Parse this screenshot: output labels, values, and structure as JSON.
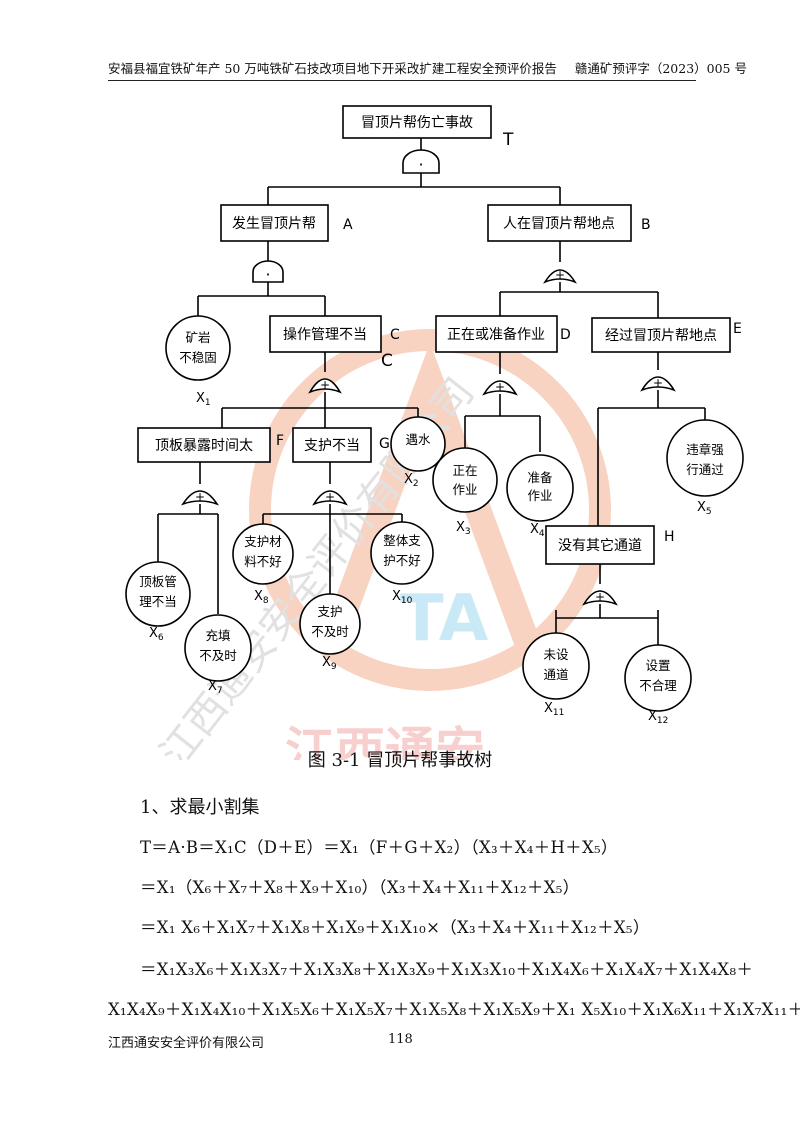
{
  "header": {
    "title": "安福县福宜铁矿年产 50 万吨铁矿石技改项目地下开采改扩建工程安全预评价报告",
    "doc_no": "赣通矿预评字（2023）005 号"
  },
  "watermark": {
    "logo_text": "TA",
    "company_text": "江西通安安全评价有限公司",
    "stamp_text": "江西通安",
    "color": "#f0a080"
  },
  "tree": {
    "top_event": {
      "label": "冒顶片帮伤亡事故",
      "code": "T"
    },
    "events": {
      "A": {
        "label": "发生冒顶片帮",
        "code": "A"
      },
      "B": {
        "label": "人在冒顶片帮地点",
        "code": "B"
      },
      "C": {
        "label": "操作管理不当",
        "code": "C",
        "code2": "C"
      },
      "D": {
        "label": "正在或准备作业",
        "code": "D"
      },
      "E": {
        "label": "经过冒顶片帮地点",
        "code": "E"
      },
      "F": {
        "label": "顶板暴露时间太",
        "code": "F"
      },
      "G": {
        "label": "支护不当",
        "code": "G"
      },
      "H": {
        "label": "没有其它通道",
        "code": "H"
      }
    },
    "basic": {
      "X1": {
        "line1": "矿岩",
        "line2": "不稳固",
        "id": "X",
        "sub": "1"
      },
      "X2": {
        "line1": "遇水",
        "line2": "",
        "id": "X",
        "sub": "2"
      },
      "X3": {
        "line1": "正在",
        "line2": "作业",
        "id": "X",
        "sub": "3"
      },
      "X4": {
        "line1": "准备",
        "line2": "作业",
        "id": "X",
        "sub": "4"
      },
      "X5": {
        "line1": "违章强",
        "line2": "行通过",
        "id": "X",
        "sub": "5"
      },
      "X6": {
        "line1": "顶板管",
        "line2": "理不当",
        "id": "X",
        "sub": "6"
      },
      "X7": {
        "line1": "充填",
        "line2": "不及时",
        "id": "X",
        "sub": "7"
      },
      "X8": {
        "line1": "支护材",
        "line2": "料不好",
        "id": "X",
        "sub": "8"
      },
      "X9": {
        "line1": "支护",
        "line2": "不及时",
        "id": "X",
        "sub": "9"
      },
      "X10": {
        "line1": "整体支",
        "line2": "护不好",
        "id": "X",
        "sub": "10"
      },
      "X11": {
        "line1": "未设",
        "line2": "通道",
        "id": "X",
        "sub": "11"
      },
      "X12": {
        "line1": "设置",
        "line2": "不合理",
        "id": "X",
        "sub": "12"
      }
    },
    "gate_symbols": {
      "and": "·",
      "or": "+"
    }
  },
  "caption": "图 3-1  冒顶片帮事故树",
  "section_title": "1、求最小割集",
  "formulas": {
    "f1": "T＝A·B＝X₁C（D＋E）＝X₁（F＋G＋X₂）（X₃＋X₄＋H＋X₅）",
    "f2": "＝X₁（X₆＋X₇＋X₈＋X₉＋X₁₀）（X₃＋X₄＋X₁₁＋X₁₂＋X₅）",
    "f3": "＝X₁ X₆＋X₁X₇＋X₁X₈＋X₁X₉＋X₁X₁₀×（X₃＋X₄＋X₁₁＋X₁₂＋X₅）",
    "f4": "＝X₁X₃X₆＋X₁X₃X₇＋X₁X₃X₈＋X₁X₃X₉＋X₁X₃X₁₀＋X₁X₄X₆＋X₁X₄X₇＋X₁X₄X₈＋",
    "f5": "X₁X₄X₉＋X₁X₄X₁₀＋X₁X₅X₆＋X₁X₅X₇＋X₁X₅X₈＋X₁X₅X₉＋X₁ X₅X₁₀＋X₁X₆X₁₁＋X₁X₇X₁₁＋"
  },
  "footer": {
    "company": "江西通安安全评价有限公司",
    "page": "118"
  }
}
